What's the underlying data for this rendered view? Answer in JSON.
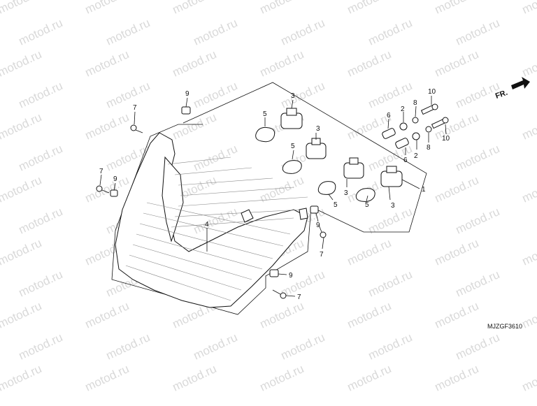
{
  "watermark": {
    "text": "motod.ru"
  },
  "diagram_code": "MJZGF3610",
  "direction_label": "FR.",
  "callouts": {
    "c1": "1",
    "c2a": "2",
    "c2b": "2",
    "c3a": "3",
    "c3b": "3",
    "c3c": "3",
    "c3d": "3",
    "c4": "4",
    "c5a": "5",
    "c5b": "5",
    "c5c": "5",
    "c5d": "5",
    "c6a": "6",
    "c6b": "6",
    "c7a": "7",
    "c7b": "7",
    "c7c": "7",
    "c7d": "7",
    "c8a": "8",
    "c8b": "8",
    "c9a": "9",
    "c9b": "9",
    "c9c": "9",
    "c9d": "9",
    "c10a": "10",
    "c10b": "10"
  }
}
